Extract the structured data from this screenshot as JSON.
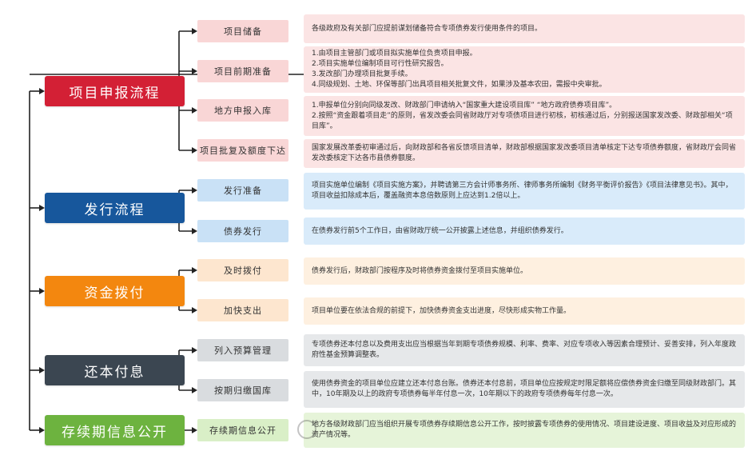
{
  "colors": {
    "red": "#d32035",
    "red_light": "#f9d6d6",
    "red_desc": "#fbe4e4",
    "blue": "#17579c",
    "blue_light": "#c9e1f6",
    "blue_desc": "#d9ebfa",
    "orange": "#f3870f",
    "orange_light": "#fde6cf",
    "orange_desc": "#fef0e0",
    "slate": "#3b4651",
    "slate_light": "#d9dcdf",
    "slate_desc": "#e6e8ea",
    "green": "#6db33f",
    "green_light": "#d9efc7",
    "green_desc": "#e6f4d9",
    "connector": "#222222"
  },
  "stages": [
    {
      "label": "项目申报流程",
      "items": [
        {
          "label": "项目储备",
          "desc": [
            "各级政府及有关部门应提前谋划储备符合专项债券发行使用条件的项目。"
          ]
        },
        {
          "label": "项目前期准备",
          "desc": [
            "1.由项目主管部门或项目拟实施单位负责项目申报。",
            "2.项目实施单位编制项目可行性研究报告。",
            "3.发改部门办理项目批复手续。",
            "4.同级规划、土地、环保等部门出具项目相关批复文件，如果涉及基本农田，需报中央审批。"
          ]
        },
        {
          "label": "地方申报入库",
          "desc": [
            "1.申报单位分别向同级发改、财政部门申请纳入“国家重大建设项目库” “地方政府债券项目库”。",
            "2.按照“资金跟着项目走”的原则，省发改委会同省财政厅对专项债项目进行初核，初核通过后，分别报送国家发改委、财政部相关“项目库”。"
          ]
        },
        {
          "label": "项目批复及额度下达",
          "desc": [
            "国家发展改革委初审通过后，向财政部和各省反馈项目清单，财政部根据国家发改委项目清单核定下达专项债券额度，省财政厅会同省发改委核定下达各市县债券额度。"
          ]
        }
      ]
    },
    {
      "label": "发行流程",
      "items": [
        {
          "label": "发行准备",
          "desc": [
            "项目实施单位编制《项目实施方案》，并聘请第三方会计师事务所、律师事务所编制《财务平衡评价报告》《项目法律意见书》。其中，项目收益扣除成本后，覆盖融资本息倍数原则上应达到1.2倍以上。"
          ]
        },
        {
          "label": "债券发行",
          "desc": [
            "在债券发行前5个工作日，由省财政厅统一公开披露上述信息，并组织债券发行。"
          ]
        }
      ]
    },
    {
      "label": "资金拨付",
      "items": [
        {
          "label": "及时拨付",
          "desc": [
            "债券发行后，财政部门按程序及时将债券资金拨付至项目实施单位。"
          ]
        },
        {
          "label": "加快支出",
          "desc": [
            "项目单位要在依法合规的前提下，加快债券资金支出进度，尽快形成实物工作量。"
          ]
        }
      ]
    },
    {
      "label": "还本付息",
      "items": [
        {
          "label": "列入预算管理",
          "desc": [
            "专项债券还本付息以及费用支出应当根据当年到期专项债券规模、利率、费率、对应专项收入等因素合理预计、妥善安排，列入年度政府性基金预算调整表。"
          ]
        },
        {
          "label": "按期归缴国库",
          "desc": [
            "使用债券资金的项目单位应建立还本付息台账。债券还本付息前，项目单位应按规定时限足额将应偿债券资金归缴至同级财政部门。其中，10年期及以上的政府专项债券每半年付息一次，10年期以下的政府专项债券每年付息一次。"
          ]
        }
      ]
    },
    {
      "label": "存续期信息公开",
      "items": [
        {
          "label": "存续期信息公开",
          "desc": [
            "地方各级财政部门应当组织开展专项债券存续期信息公开工作，按时披露专项债券的使用情况、项目建设进度、项目收益及对应形成的资产情况等。"
          ]
        }
      ]
    }
  ]
}
